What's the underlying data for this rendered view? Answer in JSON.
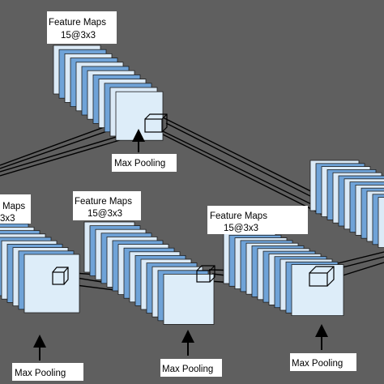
{
  "colors": {
    "background": "#5f5f5f",
    "map_light": "#dbeaf7",
    "map_blue": "#6fa3d8",
    "front_map": "#ddedf9",
    "stroke": "#1f1f1f",
    "line": "#000000",
    "label_box": "#ffffff"
  },
  "labels": {
    "top_feature_maps_title": "Feature Maps",
    "top_feature_maps_size": "15@3x3",
    "top_max_pooling": "Max Pooling",
    "left_partial_title": "Maps",
    "left_partial_size": "3x3",
    "middle_feature_maps_title": "Feature Maps",
    "middle_feature_maps_size": "15@3x3",
    "right_feature_maps_title": "Feature Maps",
    "right_feature_maps_size": "15@3x3",
    "bottom_left_max_pooling": "Max Pooling",
    "bottom_middle_max_pooling": "Max Pooling",
    "bottom_right_max_pooling": "Max Pooling"
  },
  "icons": {
    "arrow": "arrow-up-icon"
  }
}
